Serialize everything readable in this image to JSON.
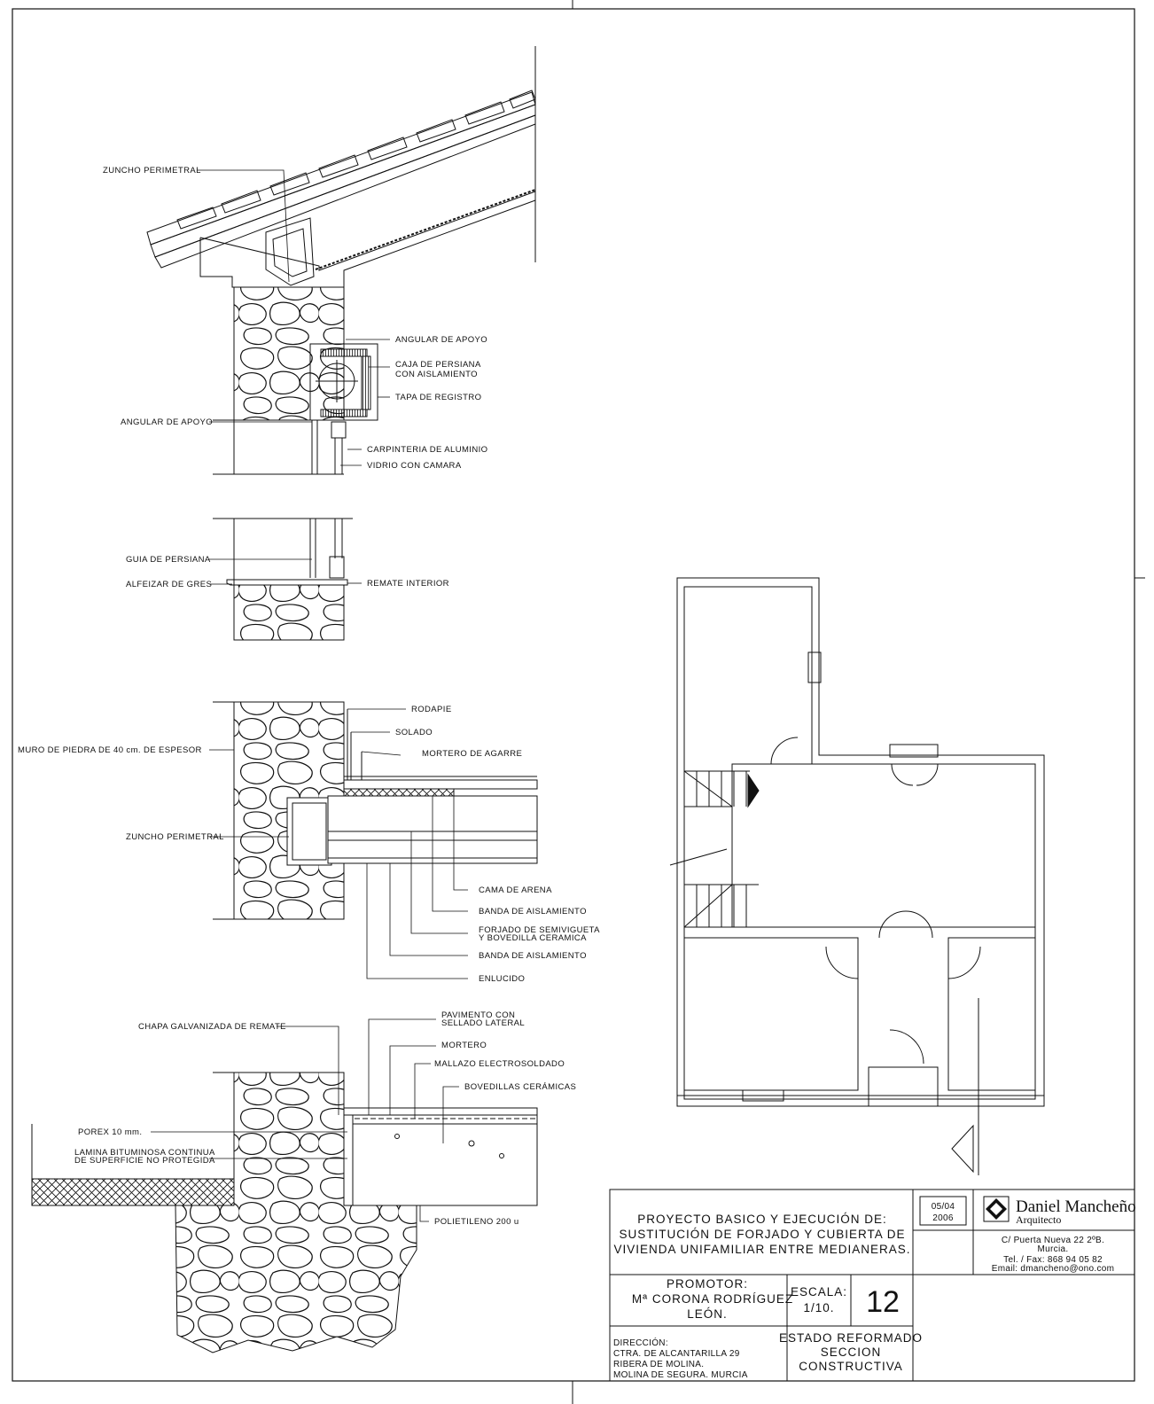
{
  "labels": {
    "zuncho_roof": "ZUNCHO PERIMETRAL",
    "angular_apoyo_right": "ANGULAR DE APOYO",
    "caja_persiana_1": "CAJA DE PERSIANA",
    "caja_persiana_2": "CON AISLAMIENTO",
    "tapa_registro": "TAPA DE REGISTRO",
    "angular_apoyo_left": "ANGULAR DE APOYO",
    "carpinteria": "CARPINTERIA DE ALUMINIO",
    "vidrio": "VIDRIO CON CAMARA",
    "guia_persiana": "GUIA DE PERSIANA",
    "alfeizar": "ALFEIZAR DE GRES",
    "remate_interior": "REMATE INTERIOR",
    "rodapie": "RODAPIE",
    "solado": "SOLADO",
    "muro_piedra": "MURO DE PIEDRA DE 40 cm. DE ESPESOR",
    "mortero_agarre": "MORTERO DE AGARRE",
    "zuncho_floor": "ZUNCHO PERIMETRAL",
    "cama_arena": "CAMA DE ARENA",
    "banda_aislamiento_1": "BANDA DE AISLAMIENTO",
    "forjado_1": "FORJADO DE SEMIVIGUETA",
    "forjado_2": "Y BOVEDILLA CERAMICA",
    "banda_aislamiento_2": "BANDA DE AISLAMIENTO",
    "enlucido": "ENLUCIDO",
    "chapa": "CHAPA GALVANIZADA DE REMATE",
    "pavimento_1": "PAVIMENTO CON",
    "pavimento_2": "SELLADO LATERAL",
    "mortero": "MORTERO",
    "mallazo": "MALLAZO ELECTROSOLDADO",
    "bovedillas": "BOVEDILLAS CERÁMICAS",
    "porex": "POREX 10 mm.",
    "lamina_1": "LAMINA BITUMINOSA CONTINUA",
    "lamina_2": "DE SUPERFICIE NO PROTEGIDA",
    "polietileno": "POLIETILENO 200 u"
  },
  "title_block": {
    "project_line_1": "PROYECTO BASICO Y EJECUCIÓN DE:",
    "project_line_2": "SUSTITUCIÓN DE FORJADO Y CUBIERTA DE",
    "project_line_3": "VIVIENDA UNIFAMILIAR ENTRE MEDIANERAS.",
    "date_line_1": "05/04",
    "date_line_2": "2006",
    "architect_name": "Daniel Mancheño",
    "architect_title": "Arquitecto",
    "address_1": "C/ Puerta Nueva 22 2ºB.",
    "address_2": "Murcia.",
    "phone": "Tel. / Fax: 868 94 05 82",
    "email": "Email: dmancheno@ono.com",
    "promotor_label": "PROMOTOR:",
    "promotor_1": "Mª CORONA RODRÍGUEZ",
    "promotor_2": "LEÓN.",
    "escala_label": "ESCALA:",
    "escala_value": "1/10.",
    "sheet_number": "12",
    "direccion_label": "DIRECCIÓN:",
    "direccion_1": "CTRA. DE ALCANTARILLA 29",
    "direccion_2": "RIBERA DE MOLINA.",
    "direccion_3": "MOLINA DE SEGURA. MURCIA",
    "estado_1": "ESTADO REFORMADO",
    "estado_2": "SECCION",
    "estado_3": "CONSTRUCTIVA"
  },
  "colors": {
    "ink": "#111111",
    "paper": "#ffffff"
  }
}
